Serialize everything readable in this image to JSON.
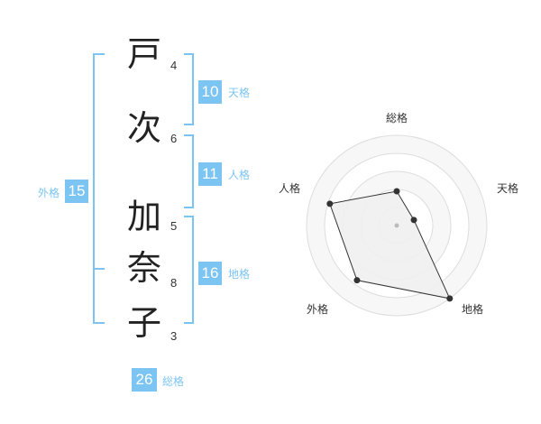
{
  "name": {
    "chars": [
      {
        "char": "戸",
        "strokes": "4"
      },
      {
        "char": "次",
        "strokes": "6"
      },
      {
        "char": "加",
        "strokes": "5"
      },
      {
        "char": "奈",
        "strokes": "8"
      },
      {
        "char": "子",
        "strokes": "3"
      }
    ]
  },
  "kakusu": {
    "tenkaku": {
      "value": "10",
      "label": "天格"
    },
    "jinkaku": {
      "value": "11",
      "label": "人格"
    },
    "chikaku": {
      "value": "16",
      "label": "地格"
    },
    "gaikaku": {
      "value": "15",
      "label": "外格"
    },
    "soukaku": {
      "value": "26",
      "label": "総格"
    }
  },
  "radar": {
    "axis_labels": {
      "soukaku": "総格",
      "tenkaku": "天格",
      "chikaku": "地格",
      "gaikaku": "外格",
      "jinkaku": "人格"
    },
    "scores": {
      "soukaku": 0.38,
      "tenkaku": 0.2,
      "chikaku": 1.0,
      "gaikaku": 0.75,
      "jinkaku": 0.78
    }
  },
  "colors": {
    "accent": "#7cc4f2",
    "text": "#222222",
    "radar_fill": "#f0f0f0",
    "radar_line": "#333333",
    "grid": "#dddddd"
  }
}
